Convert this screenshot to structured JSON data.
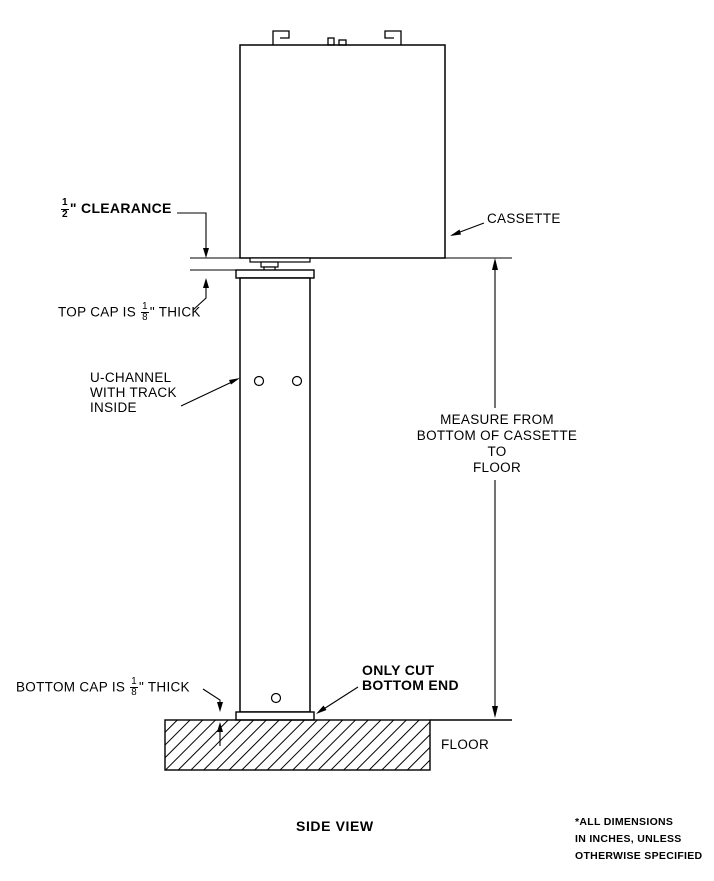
{
  "annotations": {
    "clearance": {
      "num": "1",
      "den": "2",
      "text": "\" CLEARANCE"
    },
    "top_cap": {
      "pre": "TOP CAP IS ",
      "num": "1",
      "den": "8",
      "post": "\" THICK"
    },
    "cassette": "CASSETTE",
    "u_channel": {
      "line1": "U-CHANNEL",
      "line2": "WITH TRACK",
      "line3": "INSIDE"
    },
    "measure": {
      "line1": "MEASURE FROM",
      "line2": "BOTTOM OF CASSETTE",
      "line3": "TO",
      "line4": "FLOOR"
    },
    "only_cut": {
      "line1": "ONLY CUT",
      "line2": "BOTTOM END"
    },
    "bottom_cap": {
      "pre": "BOTTOM CAP IS ",
      "num": "1",
      "den": "8",
      "post": "\" THICK"
    },
    "floor": "FLOOR",
    "view_title": "SIDE VIEW",
    "footnote": {
      "line1": "*ALL DIMENSIONS",
      "line2": "IN INCHES, UNLESS",
      "line3": "OTHERWISE SPECIFIED"
    }
  },
  "colors": {
    "line": "#000000",
    "background": "#ffffff"
  }
}
